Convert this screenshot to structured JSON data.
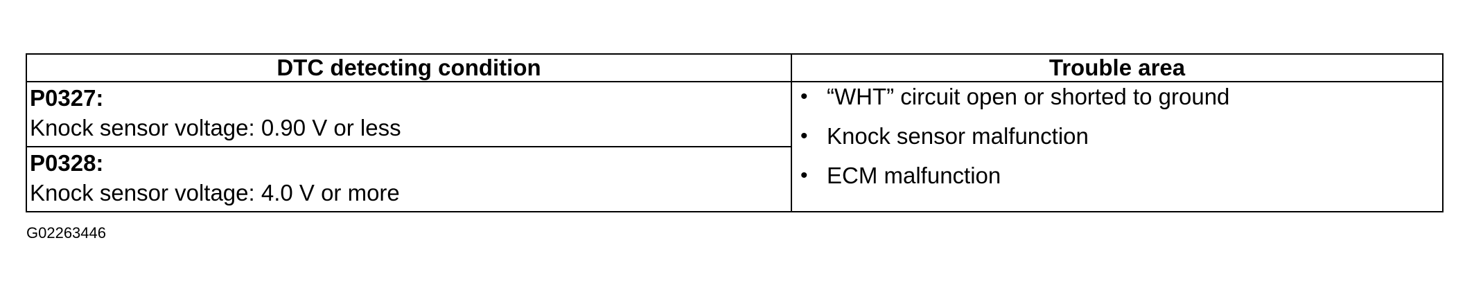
{
  "table": {
    "headers": {
      "condition": "DTC detecting condition",
      "area": "Trouble area"
    },
    "rows": [
      {
        "code": "P0327:",
        "condition": "Knock sensor voltage: 0.90 V or less"
      },
      {
        "code": "P0328:",
        "condition": "Knock sensor voltage: 4.0 V or more"
      }
    ],
    "trouble_areas": [
      "“WHT” circuit open or shorted to ground",
      "Knock sensor malfunction",
      "ECM malfunction"
    ],
    "bullet": "•"
  },
  "figure_id": "G02263446"
}
